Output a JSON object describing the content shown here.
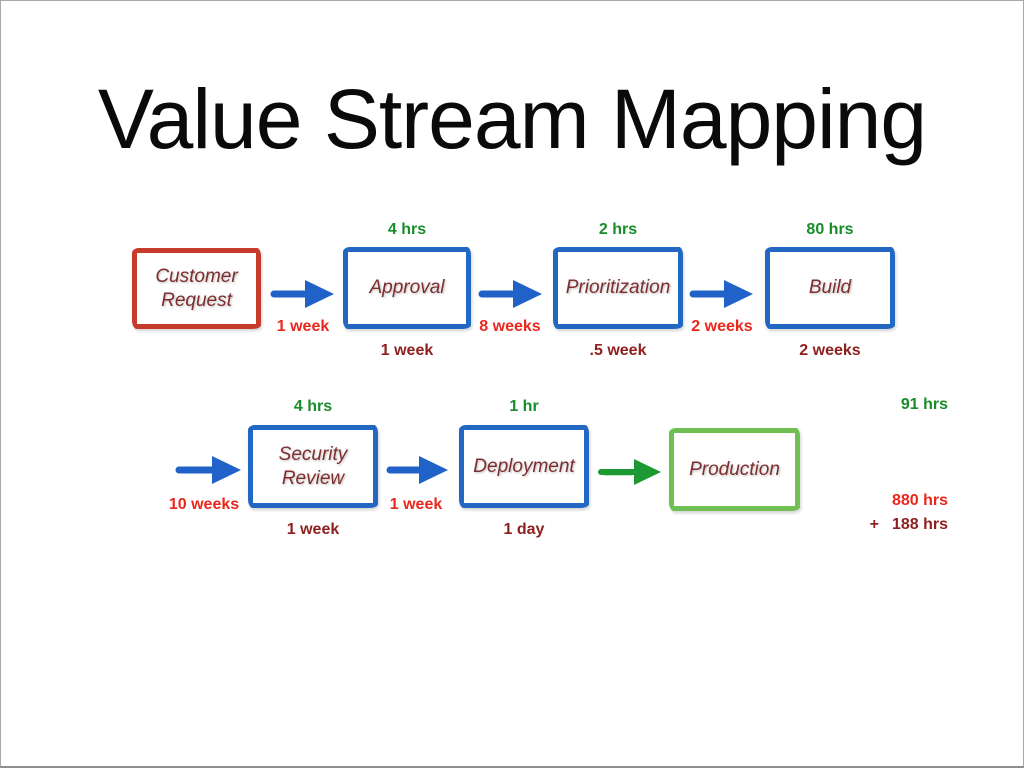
{
  "slide": {
    "title": "Value Stream Mapping"
  },
  "colors": {
    "customer_box_border": "#c63b29",
    "process_box_border": "#2268c2",
    "production_box_border": "#70bf52",
    "box_text": "#7e2e2e",
    "value_time_text": "#178c29",
    "wait_time_text": "#e8271d",
    "process_time_text": "#8e1f1f",
    "arrow_blue": "#2062c8",
    "arrow_green": "#1d9933"
  },
  "row1": {
    "boxes": [
      {
        "label": "Customer\nRequest",
        "value_time": "",
        "process_time": ""
      },
      {
        "label": "Approval",
        "value_time": "4 hrs",
        "process_time": "1 week"
      },
      {
        "label": "Prioritization",
        "value_time": "2 hrs",
        "process_time": ".5 week"
      },
      {
        "label": "Build",
        "value_time": "80 hrs",
        "process_time": "2 weeks"
      }
    ],
    "arrows": [
      {
        "wait_time": "1 week"
      },
      {
        "wait_time": "8 weeks"
      },
      {
        "wait_time": "2 weeks"
      }
    ]
  },
  "row2": {
    "boxes": [
      {
        "label": "Security\nReview",
        "value_time": "4 hrs",
        "process_time": "1 week"
      },
      {
        "label": "Deployment",
        "value_time": "1 hr",
        "process_time": "1 day"
      },
      {
        "label": "Production",
        "value_time": "",
        "process_time": ""
      }
    ],
    "arrows": [
      {
        "wait_time": "10 weeks"
      },
      {
        "wait_time": "1 week"
      },
      {
        "wait_time": ""
      }
    ]
  },
  "totals": {
    "value_time_total": "91 hrs",
    "wait_time_total": "880 hrs",
    "plus_sign": "+",
    "process_time_total": "188 hrs"
  }
}
